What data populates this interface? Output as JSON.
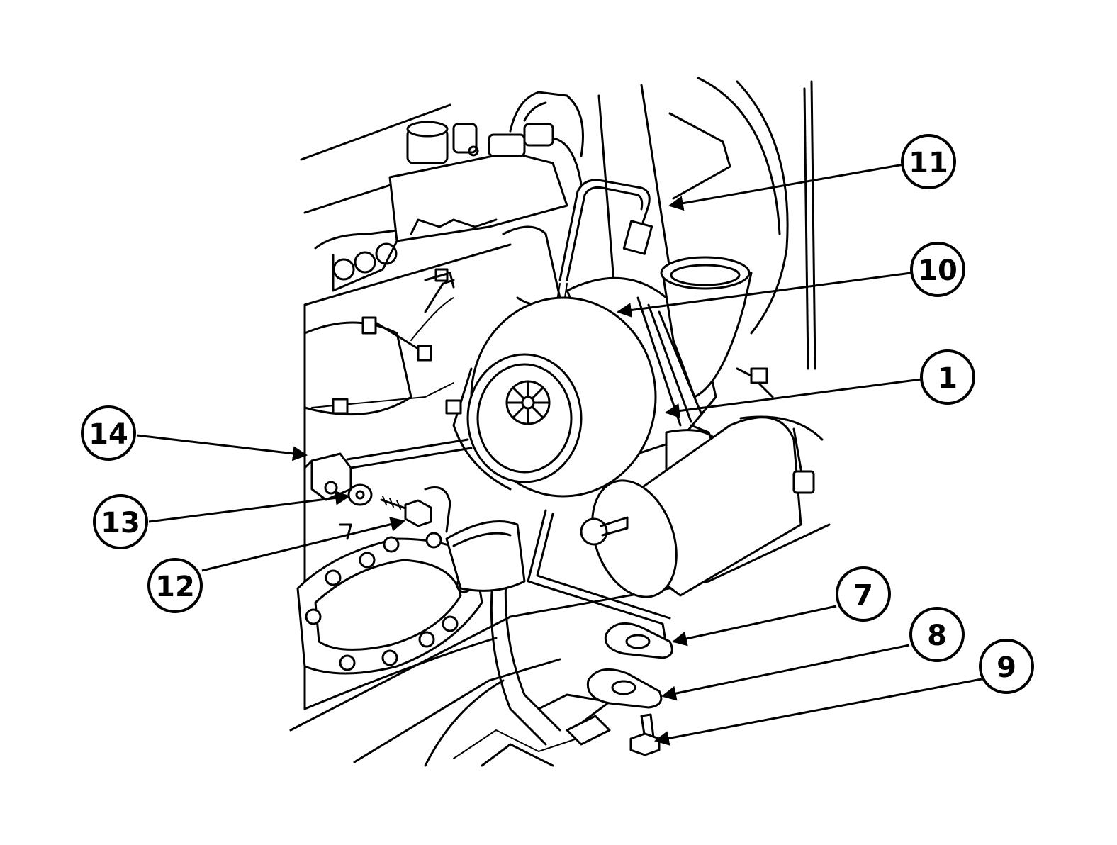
{
  "callouts": [
    {
      "id": "c11",
      "label": "11"
    },
    {
      "id": "c10",
      "label": "10"
    },
    {
      "id": "c1",
      "label": "1"
    },
    {
      "id": "c14",
      "label": "14"
    },
    {
      "id": "c13",
      "label": "13"
    },
    {
      "id": "c12",
      "label": "12"
    },
    {
      "id": "c7",
      "label": "7"
    },
    {
      "id": "c8",
      "label": "8"
    },
    {
      "id": "c9",
      "label": "9"
    }
  ]
}
